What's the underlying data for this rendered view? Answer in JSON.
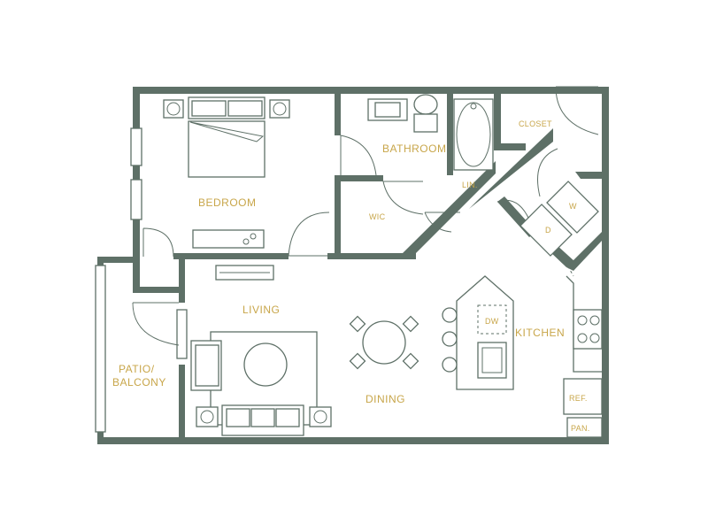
{
  "rooms": {
    "bedroom": "BEDROOM",
    "bathroom": "BATHROOM",
    "closet": "CLOSET",
    "lin": "LIN.",
    "wic": "WIC",
    "living": "LIVING",
    "dining": "DINING",
    "kitchen": "KITCHEN",
    "patio_line1": "PATIO/",
    "patio_line2": "BALCONY"
  },
  "appliances": {
    "washer": "W",
    "dryer": "D",
    "dishwasher": "DW",
    "refrigerator": "REF.",
    "pantry": "PAN."
  },
  "colors": {
    "wall": "#5e7067",
    "label": "#c8a64a",
    "background": "#ffffff"
  }
}
